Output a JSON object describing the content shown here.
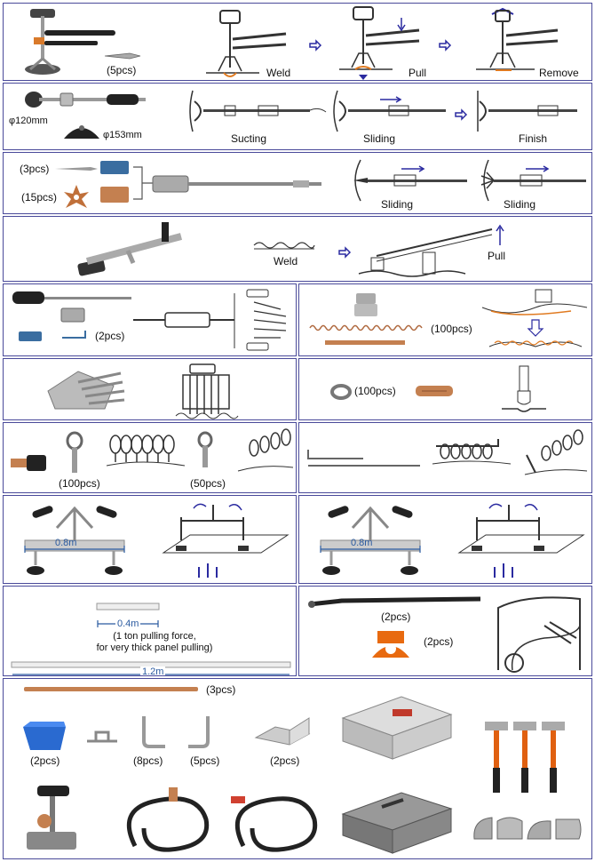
{
  "row1": {
    "pcs": "(5pcs)",
    "steps": [
      "Weld",
      "Pull",
      "Remove"
    ]
  },
  "row2": {
    "dia1": "φ120mm",
    "dia2": "φ153mm",
    "steps": [
      "Sucting",
      "Sliding",
      "Finish"
    ]
  },
  "row3": {
    "pcs1": "(3pcs)",
    "pcs2": "(15pcs)",
    "steps": [
      "Sliding",
      "Sliding"
    ]
  },
  "row4": {
    "steps": [
      "Weld",
      "Pull"
    ]
  },
  "row5": {
    "left_pcs": "(2pcs)",
    "right_pcs": "(100pcs)"
  },
  "row6": {
    "right_pcs": "(100pcs)"
  },
  "row7": {
    "pcs1": "(100pcs)",
    "pcs2": "(50pcs)"
  },
  "row8": {
    "len_left": "0.8m",
    "len_right": "0.8m"
  },
  "row9": {
    "len_short": "0.4m",
    "note_line1": "(1 ton pulling force,",
    "note_line2": "for very thick panel pulling)",
    "len_long": "1.2m",
    "pcs_strap": "(2pcs)",
    "pcs_cup": "(2pcs)"
  },
  "row10": {
    "pcs_rod": "(3pcs)",
    "pcs_bin": "(2pcs)",
    "pcs_b1": "(8pcs)",
    "pcs_b2": "(5pcs)",
    "pcs_b3": "(2pcs)"
  }
}
